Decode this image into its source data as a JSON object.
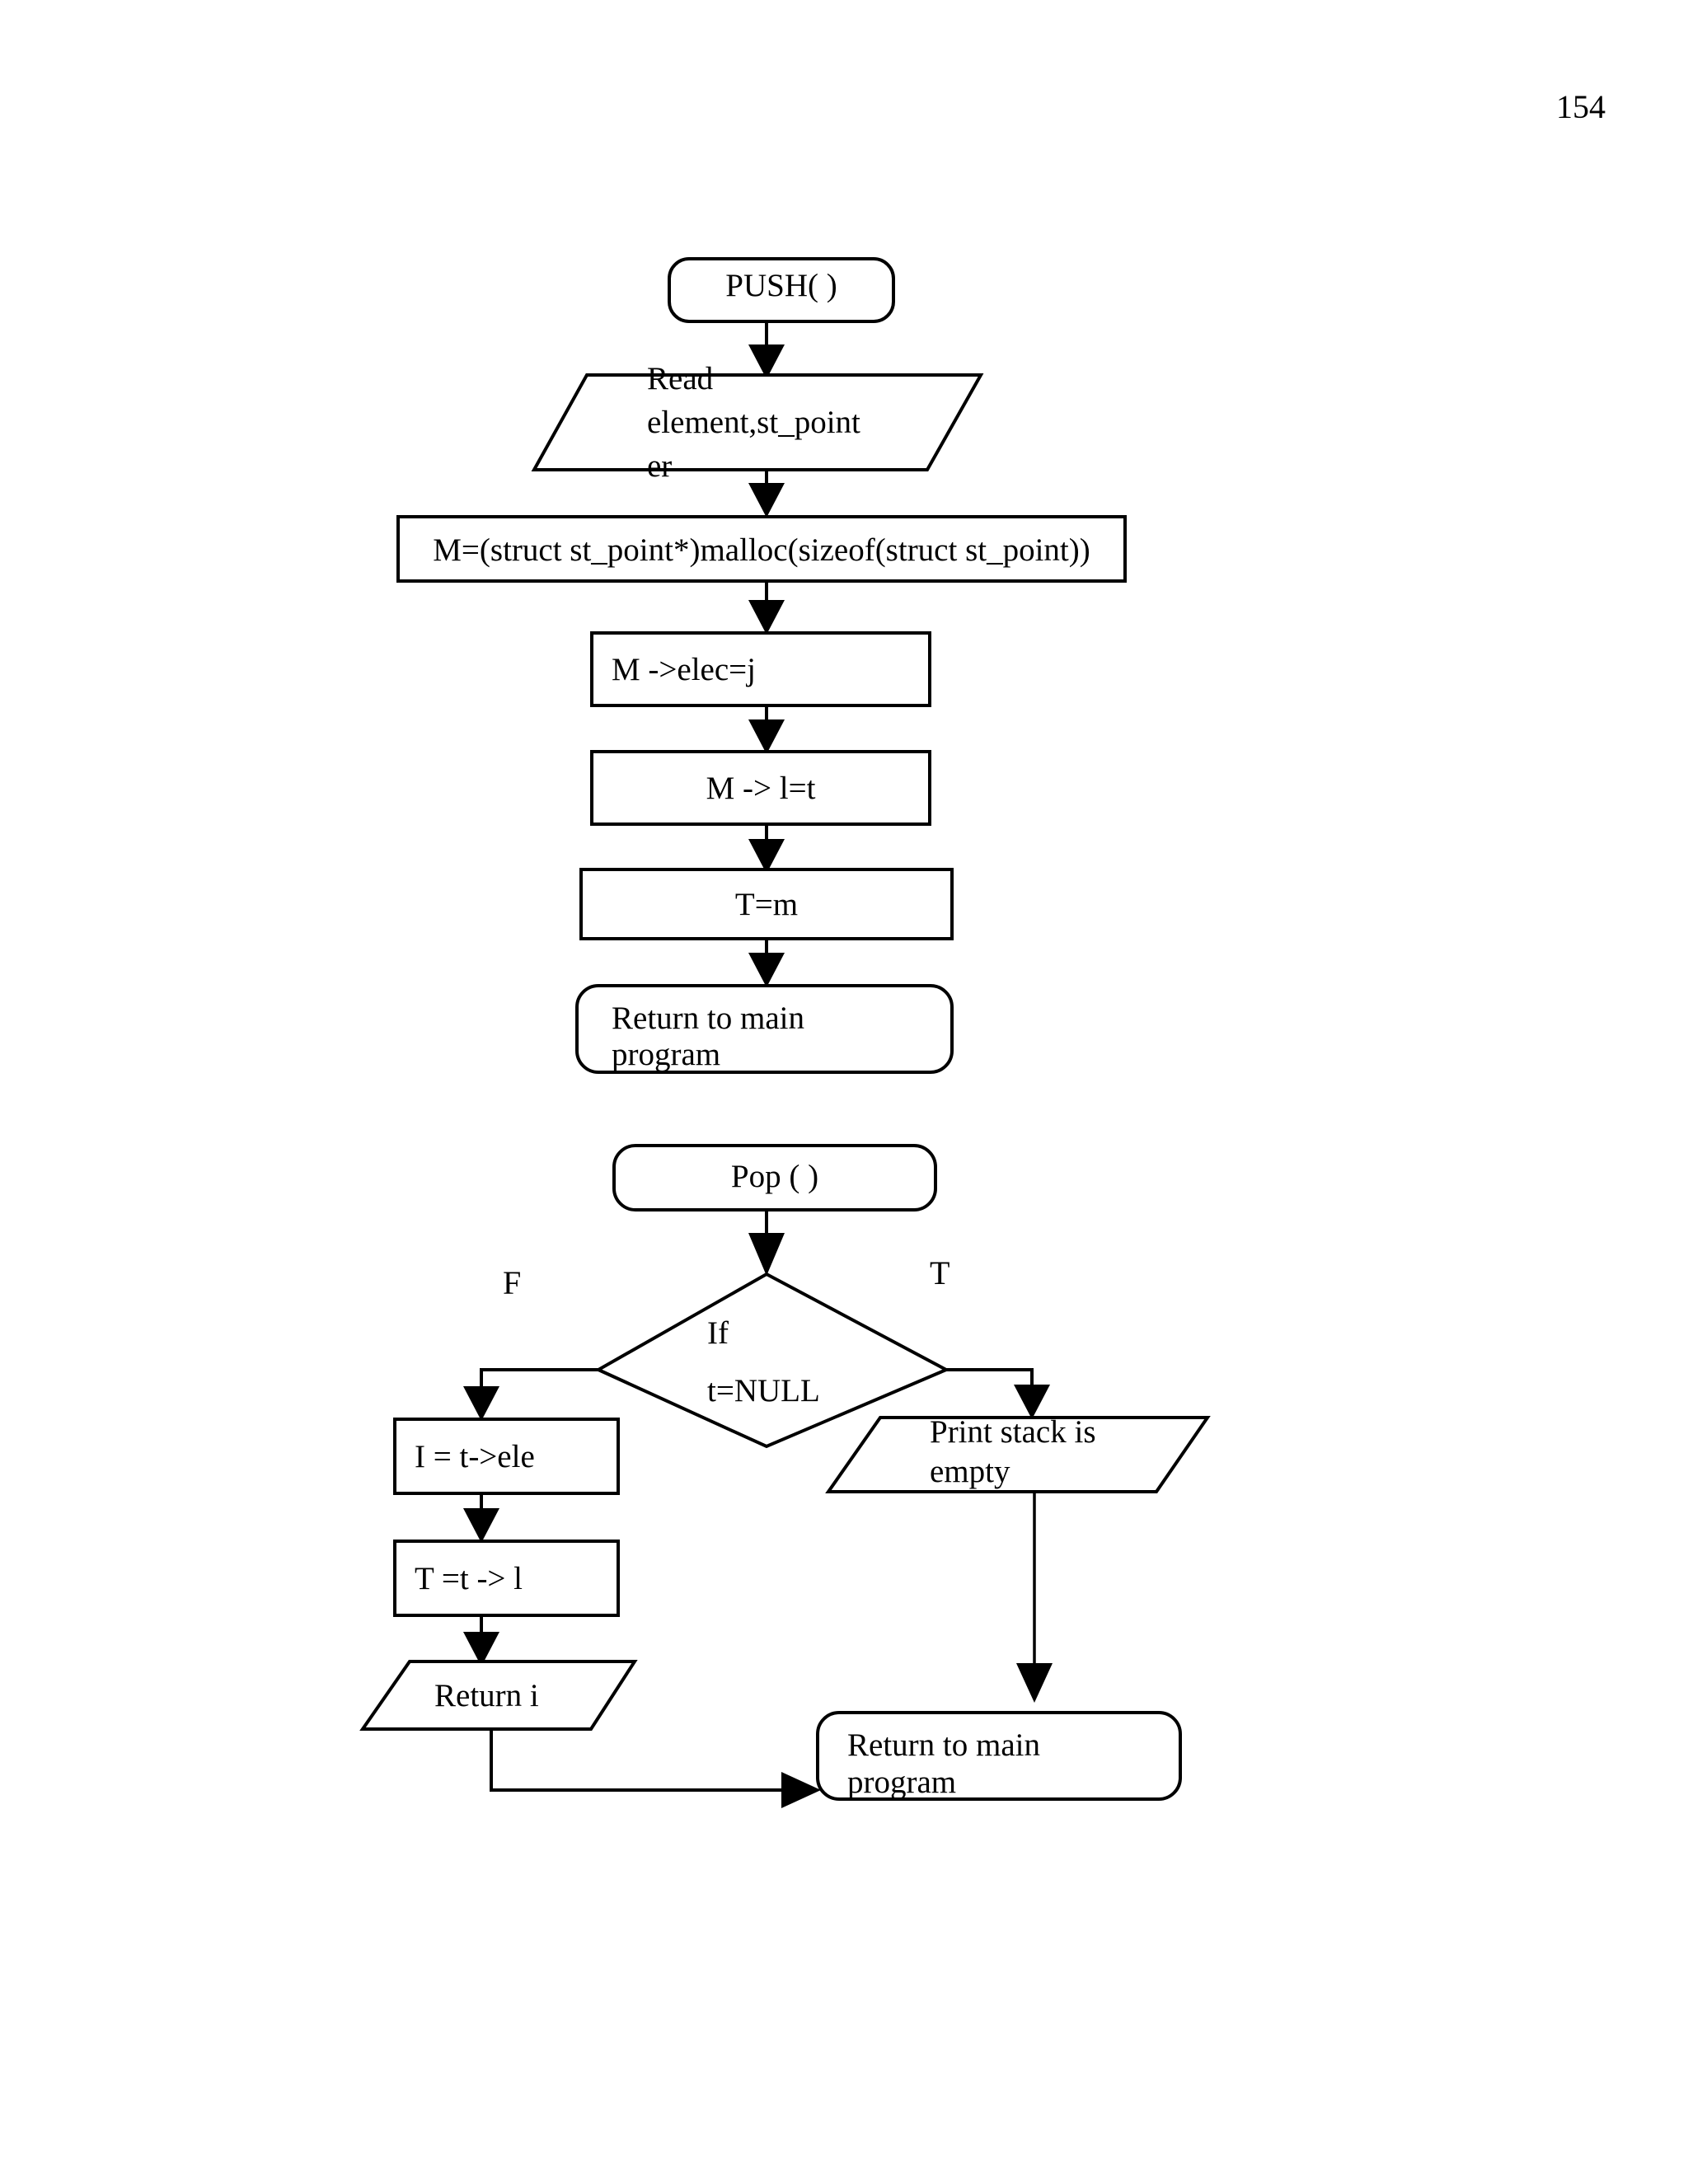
{
  "page": {
    "number": "154"
  },
  "flowcharts": [
    {
      "name": "push-flowchart",
      "nodes": [
        {
          "id": "push-start",
          "shape": "terminator",
          "lines": [
            "PUSH( )"
          ]
        },
        {
          "id": "push-read",
          "shape": "parallelogram",
          "lines": [
            "Read",
            "element,st_point",
            "er"
          ]
        },
        {
          "id": "push-malloc",
          "shape": "process",
          "lines": [
            "M=(struct st_point*)malloc(sizeof(struct st_point))"
          ]
        },
        {
          "id": "push-elec",
          "shape": "process",
          "lines": [
            "M ->elec=j"
          ]
        },
        {
          "id": "push-link",
          "shape": "process",
          "lines": [
            "M -> l=t"
          ]
        },
        {
          "id": "push-assign-t",
          "shape": "process",
          "lines": [
            "T=m"
          ]
        },
        {
          "id": "push-return",
          "shape": "terminator",
          "lines": [
            "Return to main",
            "program"
          ]
        }
      ]
    },
    {
      "name": "pop-flowchart",
      "nodes": [
        {
          "id": "pop-start",
          "shape": "terminator",
          "lines": [
            "Pop ( )"
          ]
        },
        {
          "id": "pop-if",
          "shape": "decision",
          "lines": [
            "If",
            "t=NULL"
          ]
        },
        {
          "id": "pop-i-ele",
          "shape": "process",
          "lines": [
            "I = t->ele"
          ]
        },
        {
          "id": "pop-t-link",
          "shape": "process",
          "lines": [
            "T =t -> l"
          ]
        },
        {
          "id": "pop-return-i",
          "shape": "parallelogram",
          "lines": [
            "Return i"
          ]
        },
        {
          "id": "pop-empty",
          "shape": "parallelogram",
          "lines": [
            "Print stack is",
            "empty"
          ]
        },
        {
          "id": "pop-return",
          "shape": "terminator",
          "lines": [
            "Return to main",
            "program"
          ]
        }
      ],
      "branch_labels": {
        "false": "F",
        "true": "T"
      }
    }
  ],
  "colors": {
    "stroke": "#000000",
    "fill": "#ffffff",
    "text": "#000000"
  }
}
